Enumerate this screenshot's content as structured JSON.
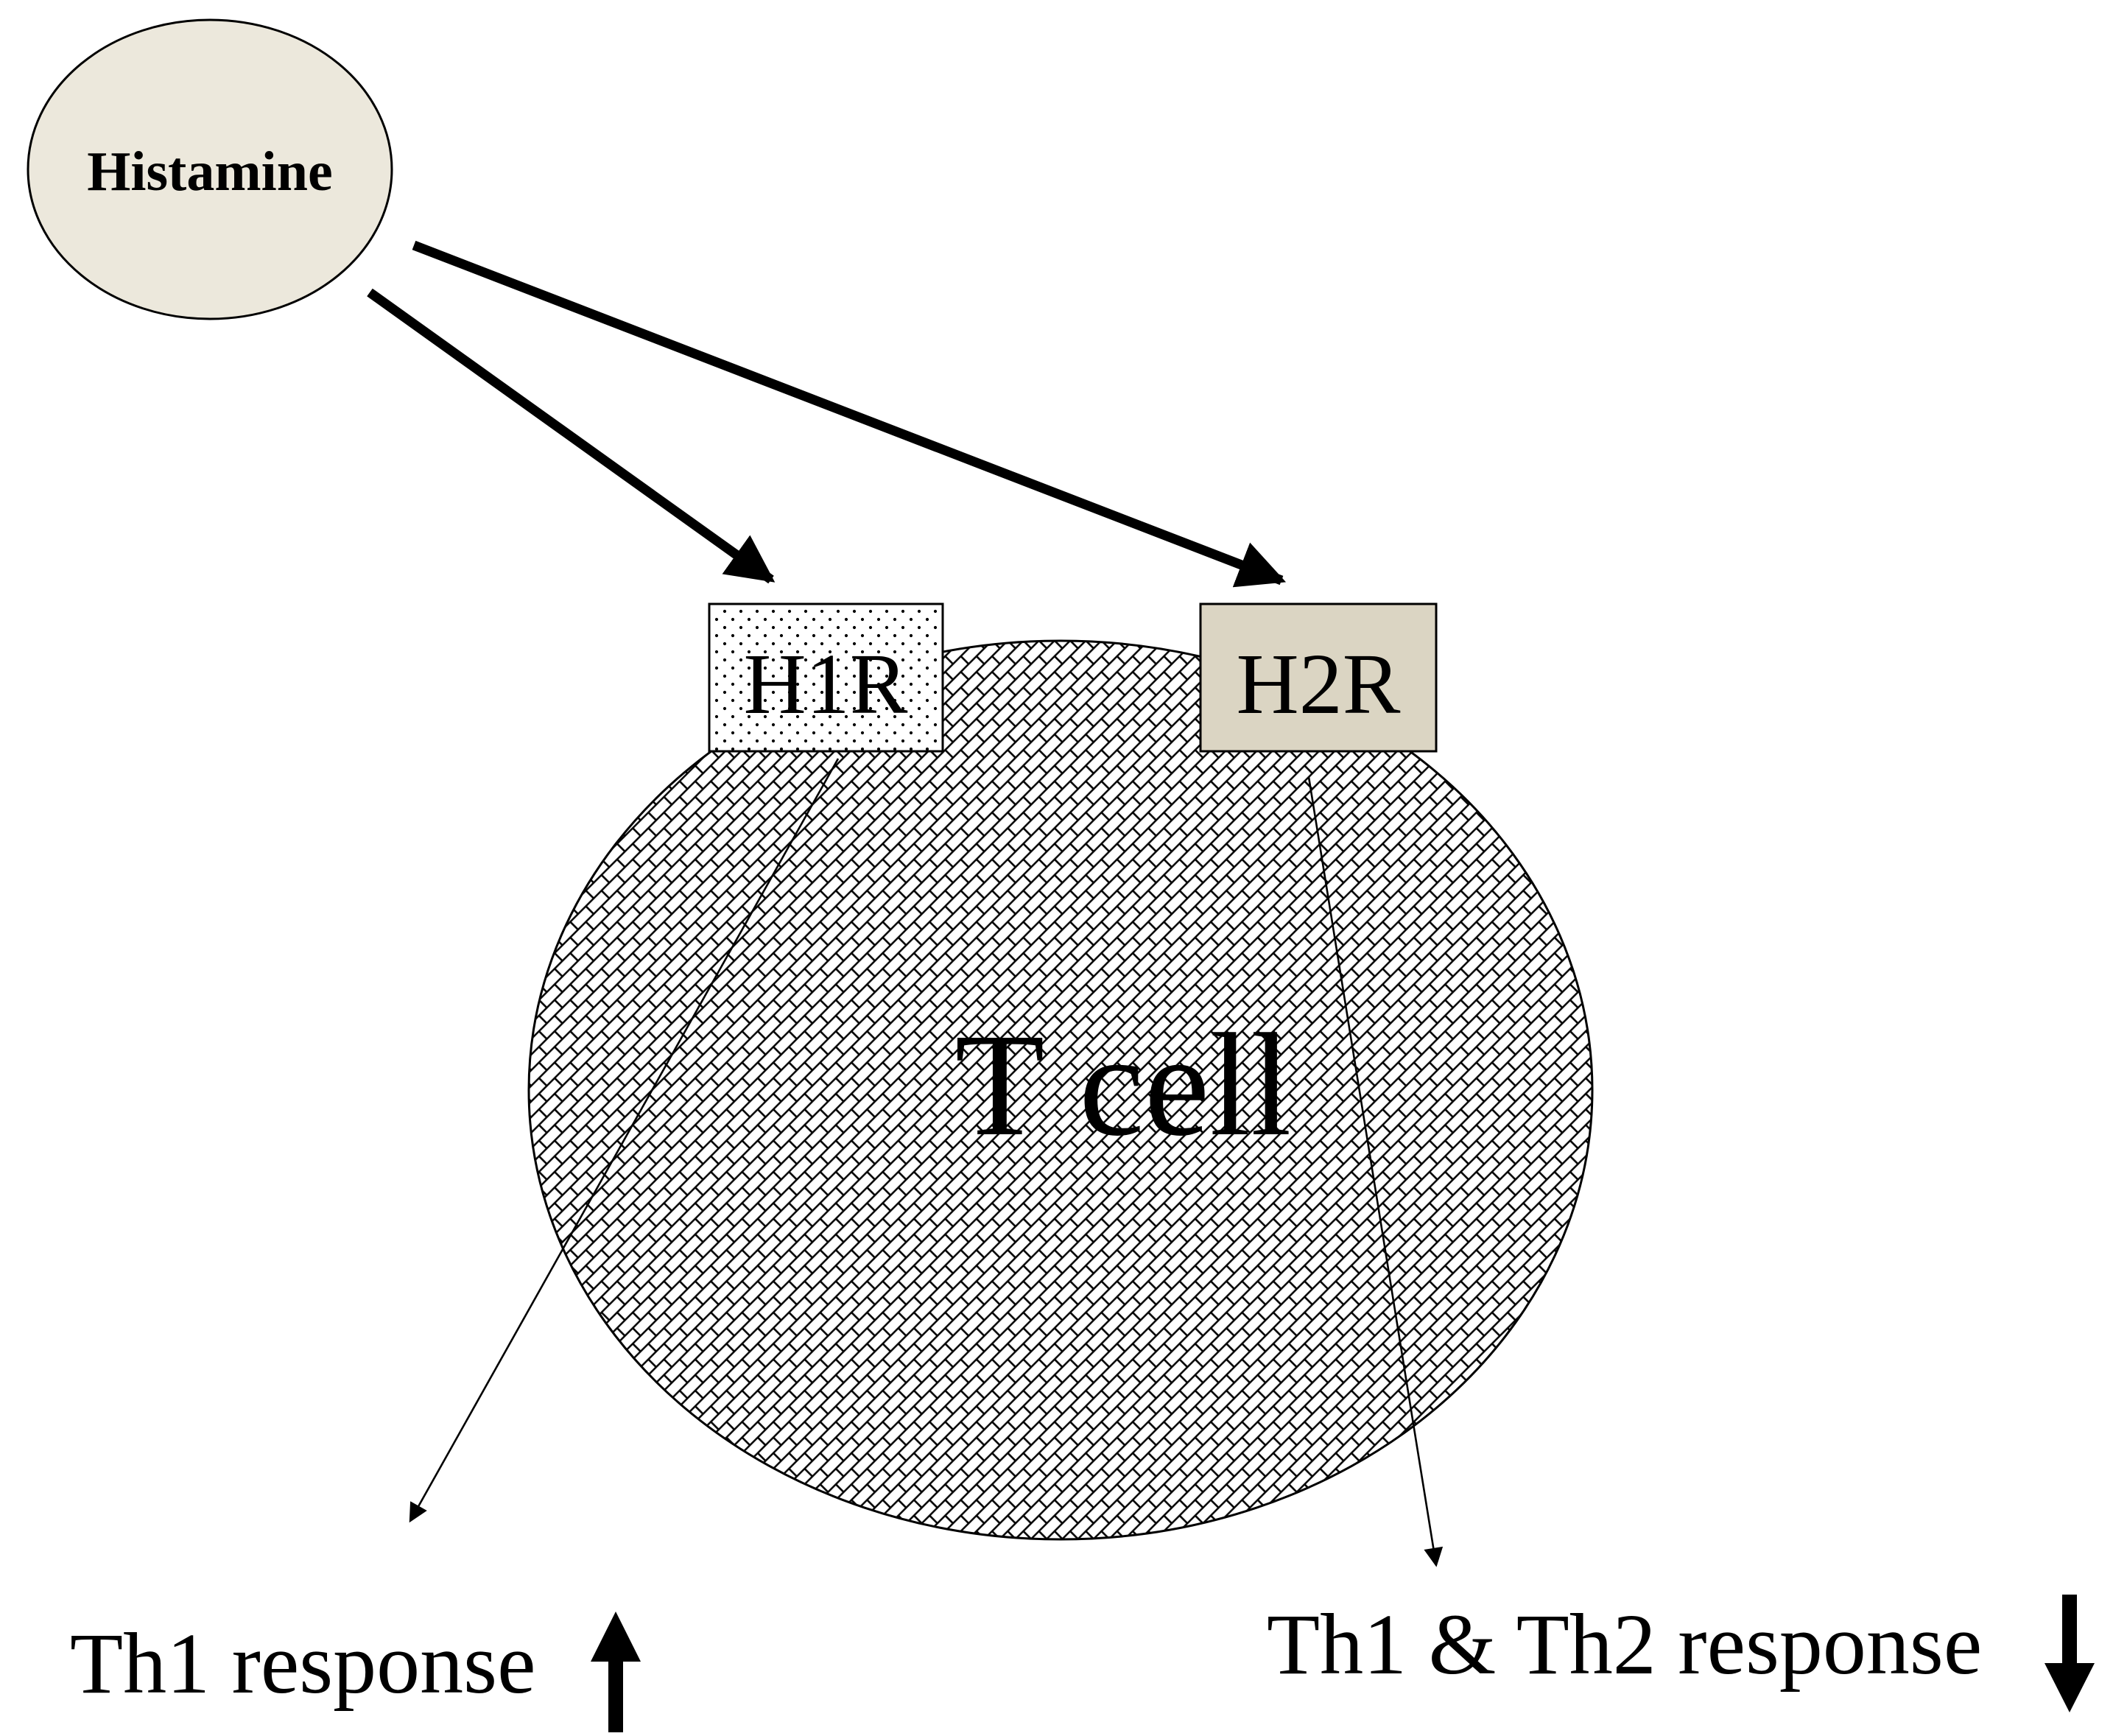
{
  "nodes": {
    "histamine": {
      "label": "Histamine"
    },
    "h1r": {
      "label": "H1R"
    },
    "h2r": {
      "label": "H2R"
    },
    "tcell": {
      "label": "T cell"
    }
  },
  "outcomes": {
    "h1r_effect": {
      "label": "Th1 response",
      "direction": "up-arrow-icon"
    },
    "h2r_effect": {
      "label": "Th1 & Th2 response",
      "direction": "down-arrow-icon"
    }
  },
  "edges": [
    {
      "from": "histamine",
      "to": "h1r"
    },
    {
      "from": "histamine",
      "to": "h2r"
    },
    {
      "from": "h1r",
      "to": "h1r_effect"
    },
    {
      "from": "h2r",
      "to": "h2r_effect"
    }
  ],
  "colors": {
    "histamine_fill": "#ece8dc",
    "h2r_fill": "#dbd5c3",
    "stroke": "#000000",
    "background": "#ffffff"
  }
}
